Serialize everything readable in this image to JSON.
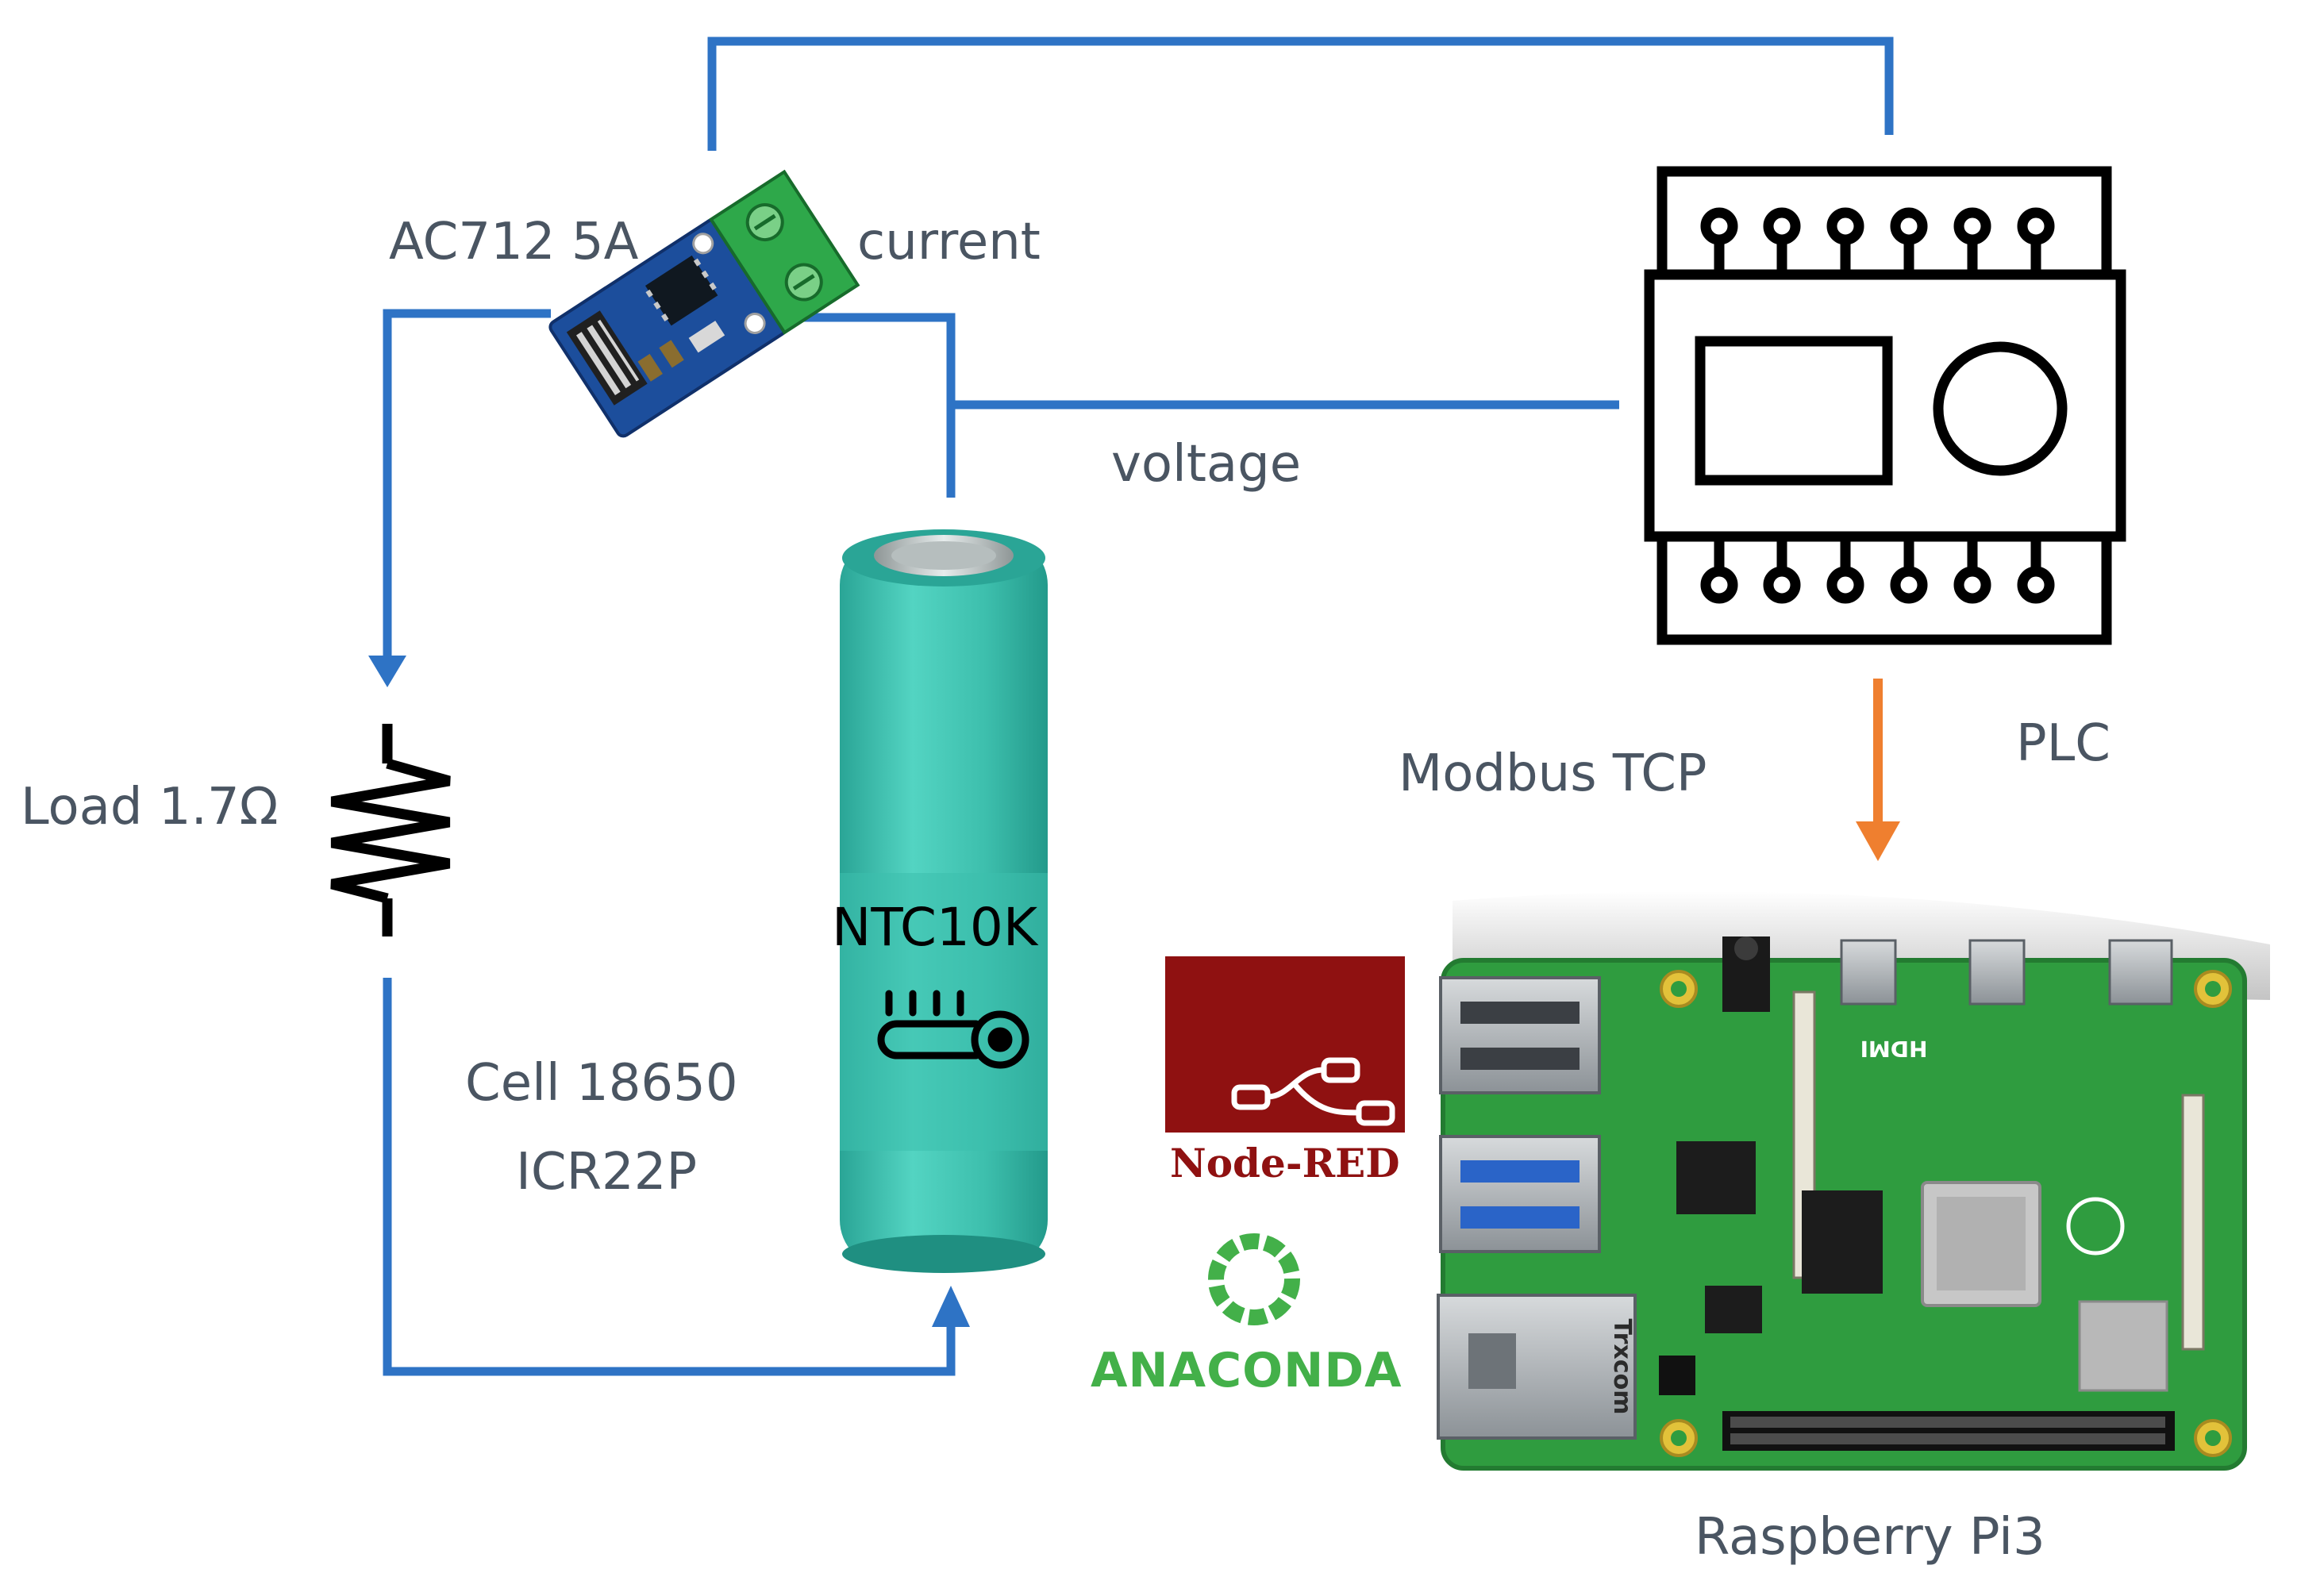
{
  "labels": {
    "sensor": "AC712 5A",
    "current": "current",
    "voltage": "voltage",
    "load": "Load 1.7Ω",
    "ntc": "NTC10K",
    "cell_line1": "Cell 18650",
    "cell_line2": "ICR22P",
    "modbus": "Modbus TCP",
    "plc": "PLC",
    "rpi": "Raspberry Pi3"
  },
  "logos": {
    "nodered": "Node-RED",
    "anaconda": "ANACONDA"
  },
  "board_marks": {
    "hdmi": "HDMI",
    "trxcom": "Trxcom"
  },
  "colors": {
    "wire": "#2e73c5",
    "data_arrow": "#ef7f2f",
    "battery": "#3dbfad",
    "pcb_green": "#2f9c3f",
    "nodered_red": "#8f1111",
    "anaconda_green": "#43b049",
    "label_gray": "#4a5562"
  },
  "icons": {
    "plc": "plc-module-icon",
    "thermometer": "thermometer-icon",
    "resistor": "resistor-icon",
    "sensor_module": "current-sensor-module-icon",
    "battery": "battery-cell-icon",
    "raspberry_pi": "raspberry-pi-board-icon"
  }
}
